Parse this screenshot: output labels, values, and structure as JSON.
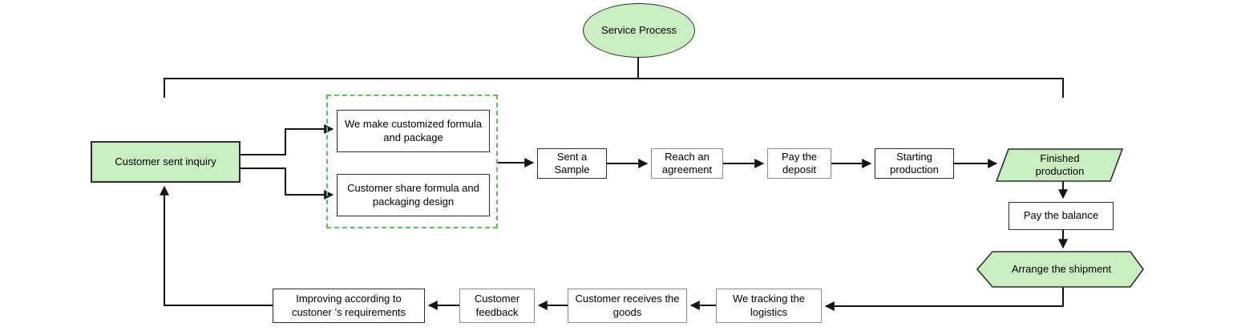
{
  "diagram": {
    "title": "Service Process",
    "colors": {
      "node_fill_green": "#c9efc0",
      "dashed_group_border": "#53c84d",
      "box_border": "#2d2d2d",
      "connector_line": "#141414",
      "background": "#ffffff"
    },
    "nodes": {
      "start": {
        "label": "Service Process",
        "shape": "ellipse"
      },
      "customer_sent_inquiry": {
        "label": "Customer sent inquiry",
        "shape": "rect"
      },
      "we_make_customized": {
        "label": "We make customized formula and package",
        "shape": "rect"
      },
      "customer_share_formula": {
        "label": "Customer share formula and packaging design",
        "shape": "rect"
      },
      "sent_a_sample": {
        "label": "Sent a Sample",
        "shape": "rect"
      },
      "reach_an_agreement": {
        "label": "Reach an agreement",
        "shape": "rect"
      },
      "pay_the_deposit": {
        "label": "Pay the deposit",
        "shape": "rect"
      },
      "starting_production": {
        "label": "Starting production",
        "shape": "rect"
      },
      "finished_production": {
        "label": "Finished production",
        "shape": "parallelogram"
      },
      "pay_the_balance": {
        "label": "Pay the balance",
        "shape": "rect"
      },
      "arrange_the_shipment": {
        "label": "Arrange the shipment",
        "shape": "hexagon"
      },
      "we_tracking_logistics": {
        "label": "We tracking the logistics",
        "shape": "rect"
      },
      "customer_receives_goods": {
        "label": "Customer receives the goods",
        "shape": "rect"
      },
      "customer_feedback": {
        "label": "Customer feedback",
        "shape": "rect"
      },
      "improving_requirements": {
        "label": "Improving according to custoner ’s requirements",
        "shape": "rect"
      }
    },
    "edges": [
      {
        "from": "start",
        "to": "customer_sent_inquiry"
      },
      {
        "from": "start",
        "to": "finished_production"
      },
      {
        "from": "customer_sent_inquiry",
        "to": "we_make_customized"
      },
      {
        "from": "customer_sent_inquiry",
        "to": "customer_share_formula"
      },
      {
        "from": "formula_group",
        "to": "sent_a_sample"
      },
      {
        "from": "sent_a_sample",
        "to": "reach_an_agreement"
      },
      {
        "from": "reach_an_agreement",
        "to": "pay_the_deposit"
      },
      {
        "from": "pay_the_deposit",
        "to": "starting_production"
      },
      {
        "from": "starting_production",
        "to": "finished_production"
      },
      {
        "from": "finished_production",
        "to": "pay_the_balance"
      },
      {
        "from": "pay_the_balance",
        "to": "arrange_the_shipment"
      },
      {
        "from": "arrange_the_shipment",
        "to": "we_tracking_logistics"
      },
      {
        "from": "we_tracking_logistics",
        "to": "customer_receives_goods"
      },
      {
        "from": "customer_receives_goods",
        "to": "customer_feedback"
      },
      {
        "from": "customer_feedback",
        "to": "improving_requirements"
      },
      {
        "from": "improving_requirements",
        "to": "customer_sent_inquiry"
      }
    ]
  }
}
